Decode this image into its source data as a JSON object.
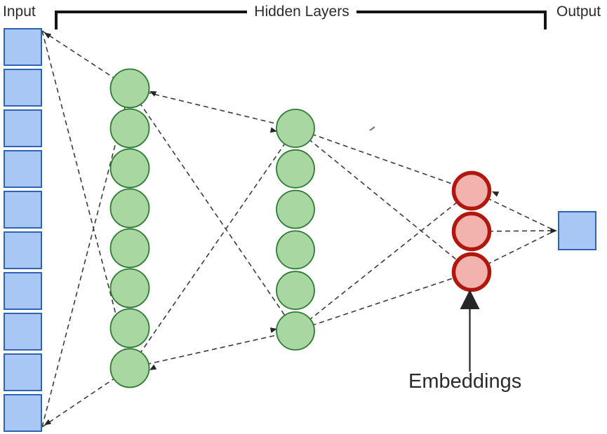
{
  "labels": {
    "input": "Input",
    "hidden_layers": "Hidden Layers",
    "output": "Output",
    "embeddings": "Embeddings"
  },
  "colors": {
    "input_fill": "#a9c7f5",
    "input_stroke": "#2f64b5",
    "hidden_fill": "#a9d7a2",
    "hidden_stroke": "#2e7b33",
    "embedding_fill": "#f2b2ad",
    "embedding_stroke": "#b0170e",
    "connection_line": "#3b3b3b",
    "bracket": "#141414",
    "arrow": "#262626",
    "text": "#2b2b2b"
  },
  "network": {
    "layers": [
      {
        "id": "input",
        "name": "Input layer",
        "shape": "square",
        "count": 10
      },
      {
        "id": "hidden1",
        "name": "Hidden layer 1",
        "shape": "circle",
        "count": 8
      },
      {
        "id": "hidden2",
        "name": "Hidden layer 2",
        "shape": "circle",
        "count": 6
      },
      {
        "id": "embeddings",
        "name": "Embeddings layer",
        "shape": "circle",
        "count": 3
      },
      {
        "id": "output",
        "name": "Output layer",
        "shape": "square",
        "count": 1
      }
    ],
    "connections": [
      [
        "input-top",
        "hidden1-top"
      ],
      [
        "input-top",
        "hidden1-bottom"
      ],
      [
        "input-bottom",
        "hidden1-top"
      ],
      [
        "input-bottom",
        "hidden1-bottom"
      ],
      [
        "hidden1-top",
        "hidden2-top"
      ],
      [
        "hidden1-top",
        "hidden2-bottom"
      ],
      [
        "hidden1-bottom",
        "hidden2-top"
      ],
      [
        "hidden1-bottom",
        "hidden2-bottom"
      ],
      [
        "hidden2-top",
        "emb-1"
      ],
      [
        "hidden2-top",
        "emb-3"
      ],
      [
        "hidden2-bottom",
        "emb-1"
      ],
      [
        "hidden2-bottom",
        "emb-3"
      ],
      [
        "emb-1",
        "output"
      ],
      [
        "emb-2",
        "output"
      ],
      [
        "emb-3",
        "output"
      ]
    ]
  }
}
